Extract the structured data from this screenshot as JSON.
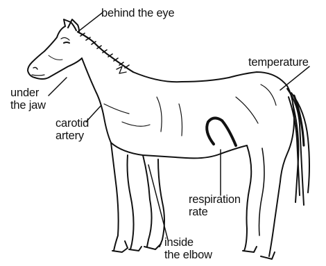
{
  "labels": {
    "behind_eye": "behind the eye",
    "temperature": "temperature",
    "under_jaw": [
      "under",
      "the jaw"
    ],
    "carotid_artery": [
      "carotid",
      "artery"
    ],
    "respiration_rate": [
      "respiration",
      "rate"
    ],
    "inside_elbow": [
      "inside",
      "the elbow"
    ]
  },
  "colors": {
    "line": "#111111",
    "background": "#ffffff"
  }
}
